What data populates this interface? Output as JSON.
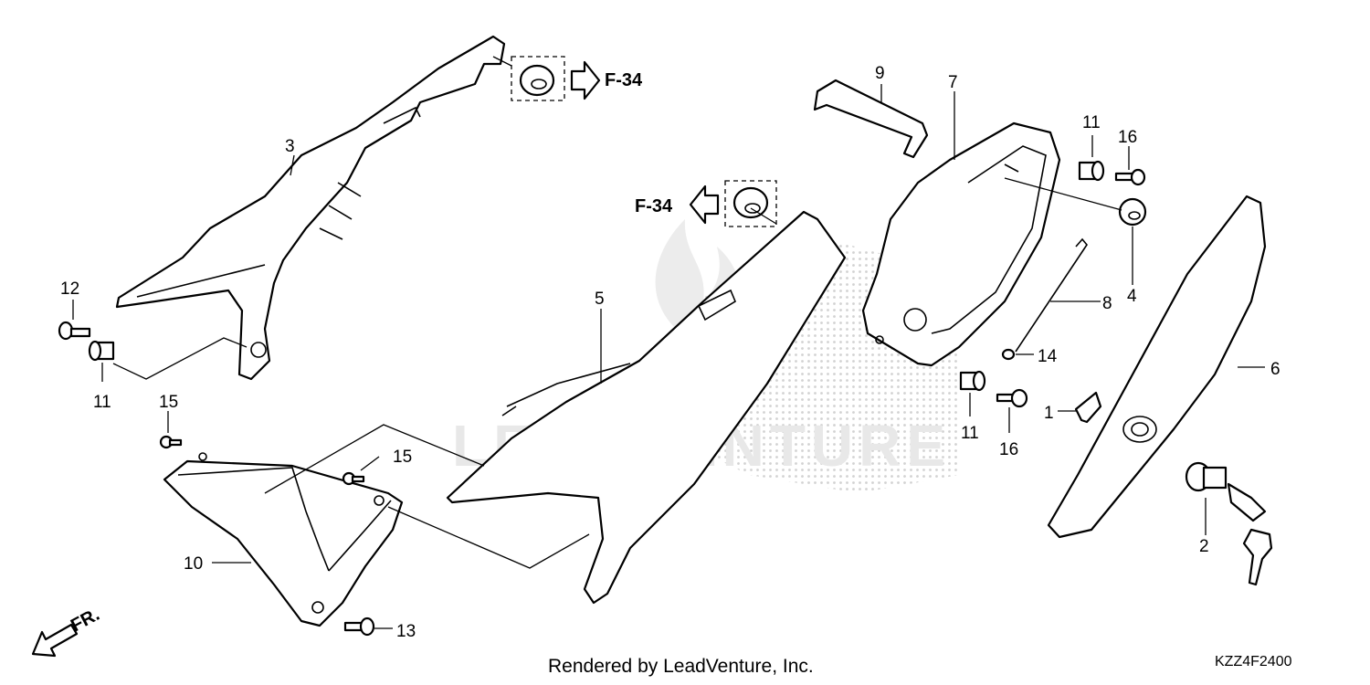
{
  "callouts": {
    "c1": "1",
    "c2": "2",
    "c3": "3",
    "c4": "4",
    "c5": "5",
    "c6": "6",
    "c7": "7",
    "c8": "8",
    "c9": "9",
    "c10": "10",
    "c11a": "11",
    "c11b": "11",
    "c11c": "11",
    "c12": "12",
    "c13": "13",
    "c14": "14",
    "c15a": "15",
    "c15b": "15",
    "c16a": "16",
    "c16b": "16"
  },
  "references": {
    "ref_top": "F-34",
    "ref_mid": "F-34"
  },
  "direction_label": "FR.",
  "watermark_text": "LEADVENTURE",
  "credit": "Rendered by LeadVenture, Inc.",
  "diagram_code": "KZZ4F2400",
  "colors": {
    "line": "#000000",
    "background": "#ffffff",
    "watermark": "#e8e8e8"
  }
}
